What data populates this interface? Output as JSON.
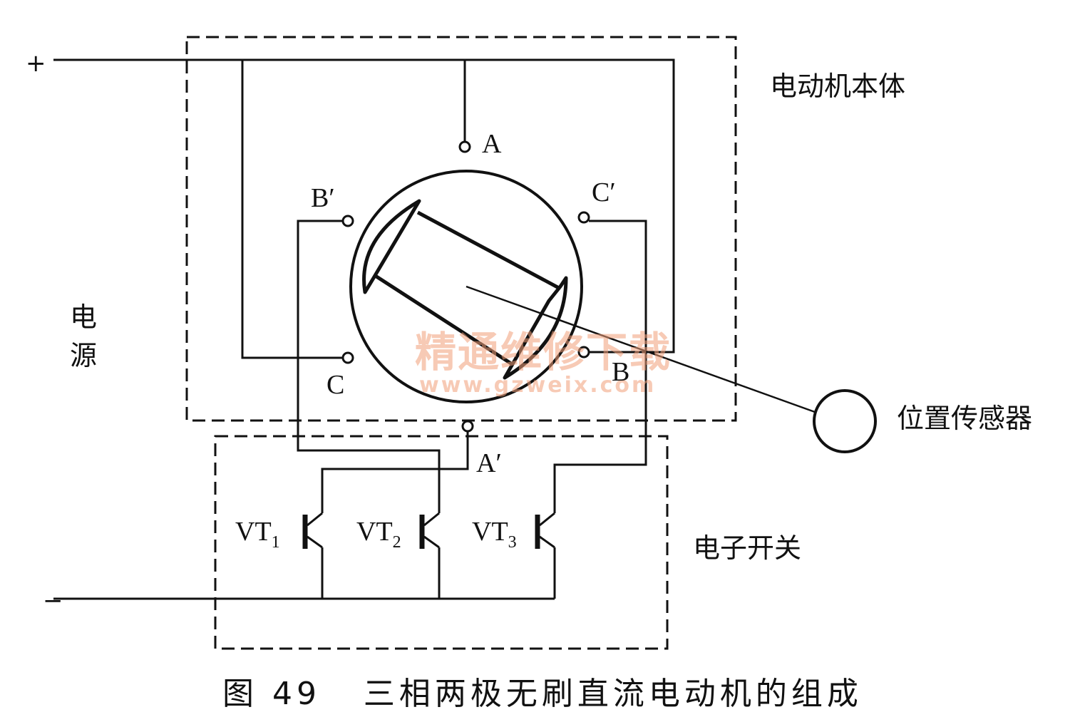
{
  "labels": {
    "plus": "+",
    "minus": "−",
    "terminal_a": "A",
    "terminal_a_prime": "A′",
    "terminal_b": "B",
    "terminal_b_prime": "B′",
    "terminal_c": "C",
    "terminal_c_prime": "C′",
    "vt1": "VT",
    "vt1_sub": "1",
    "vt2": "VT",
    "vt2_sub": "2",
    "vt3": "VT",
    "vt3_sub": "3",
    "motor_body": "电动机本体",
    "power_char1": "电",
    "power_char2": "源",
    "position_sensor": "位置传感器",
    "electronic_switch": "电子开关"
  },
  "caption": "图 49   三相两极无刷直流电动机的组成",
  "watermark": {
    "line1": "精通维修下载",
    "line2": "www.gzweix.com"
  }
}
